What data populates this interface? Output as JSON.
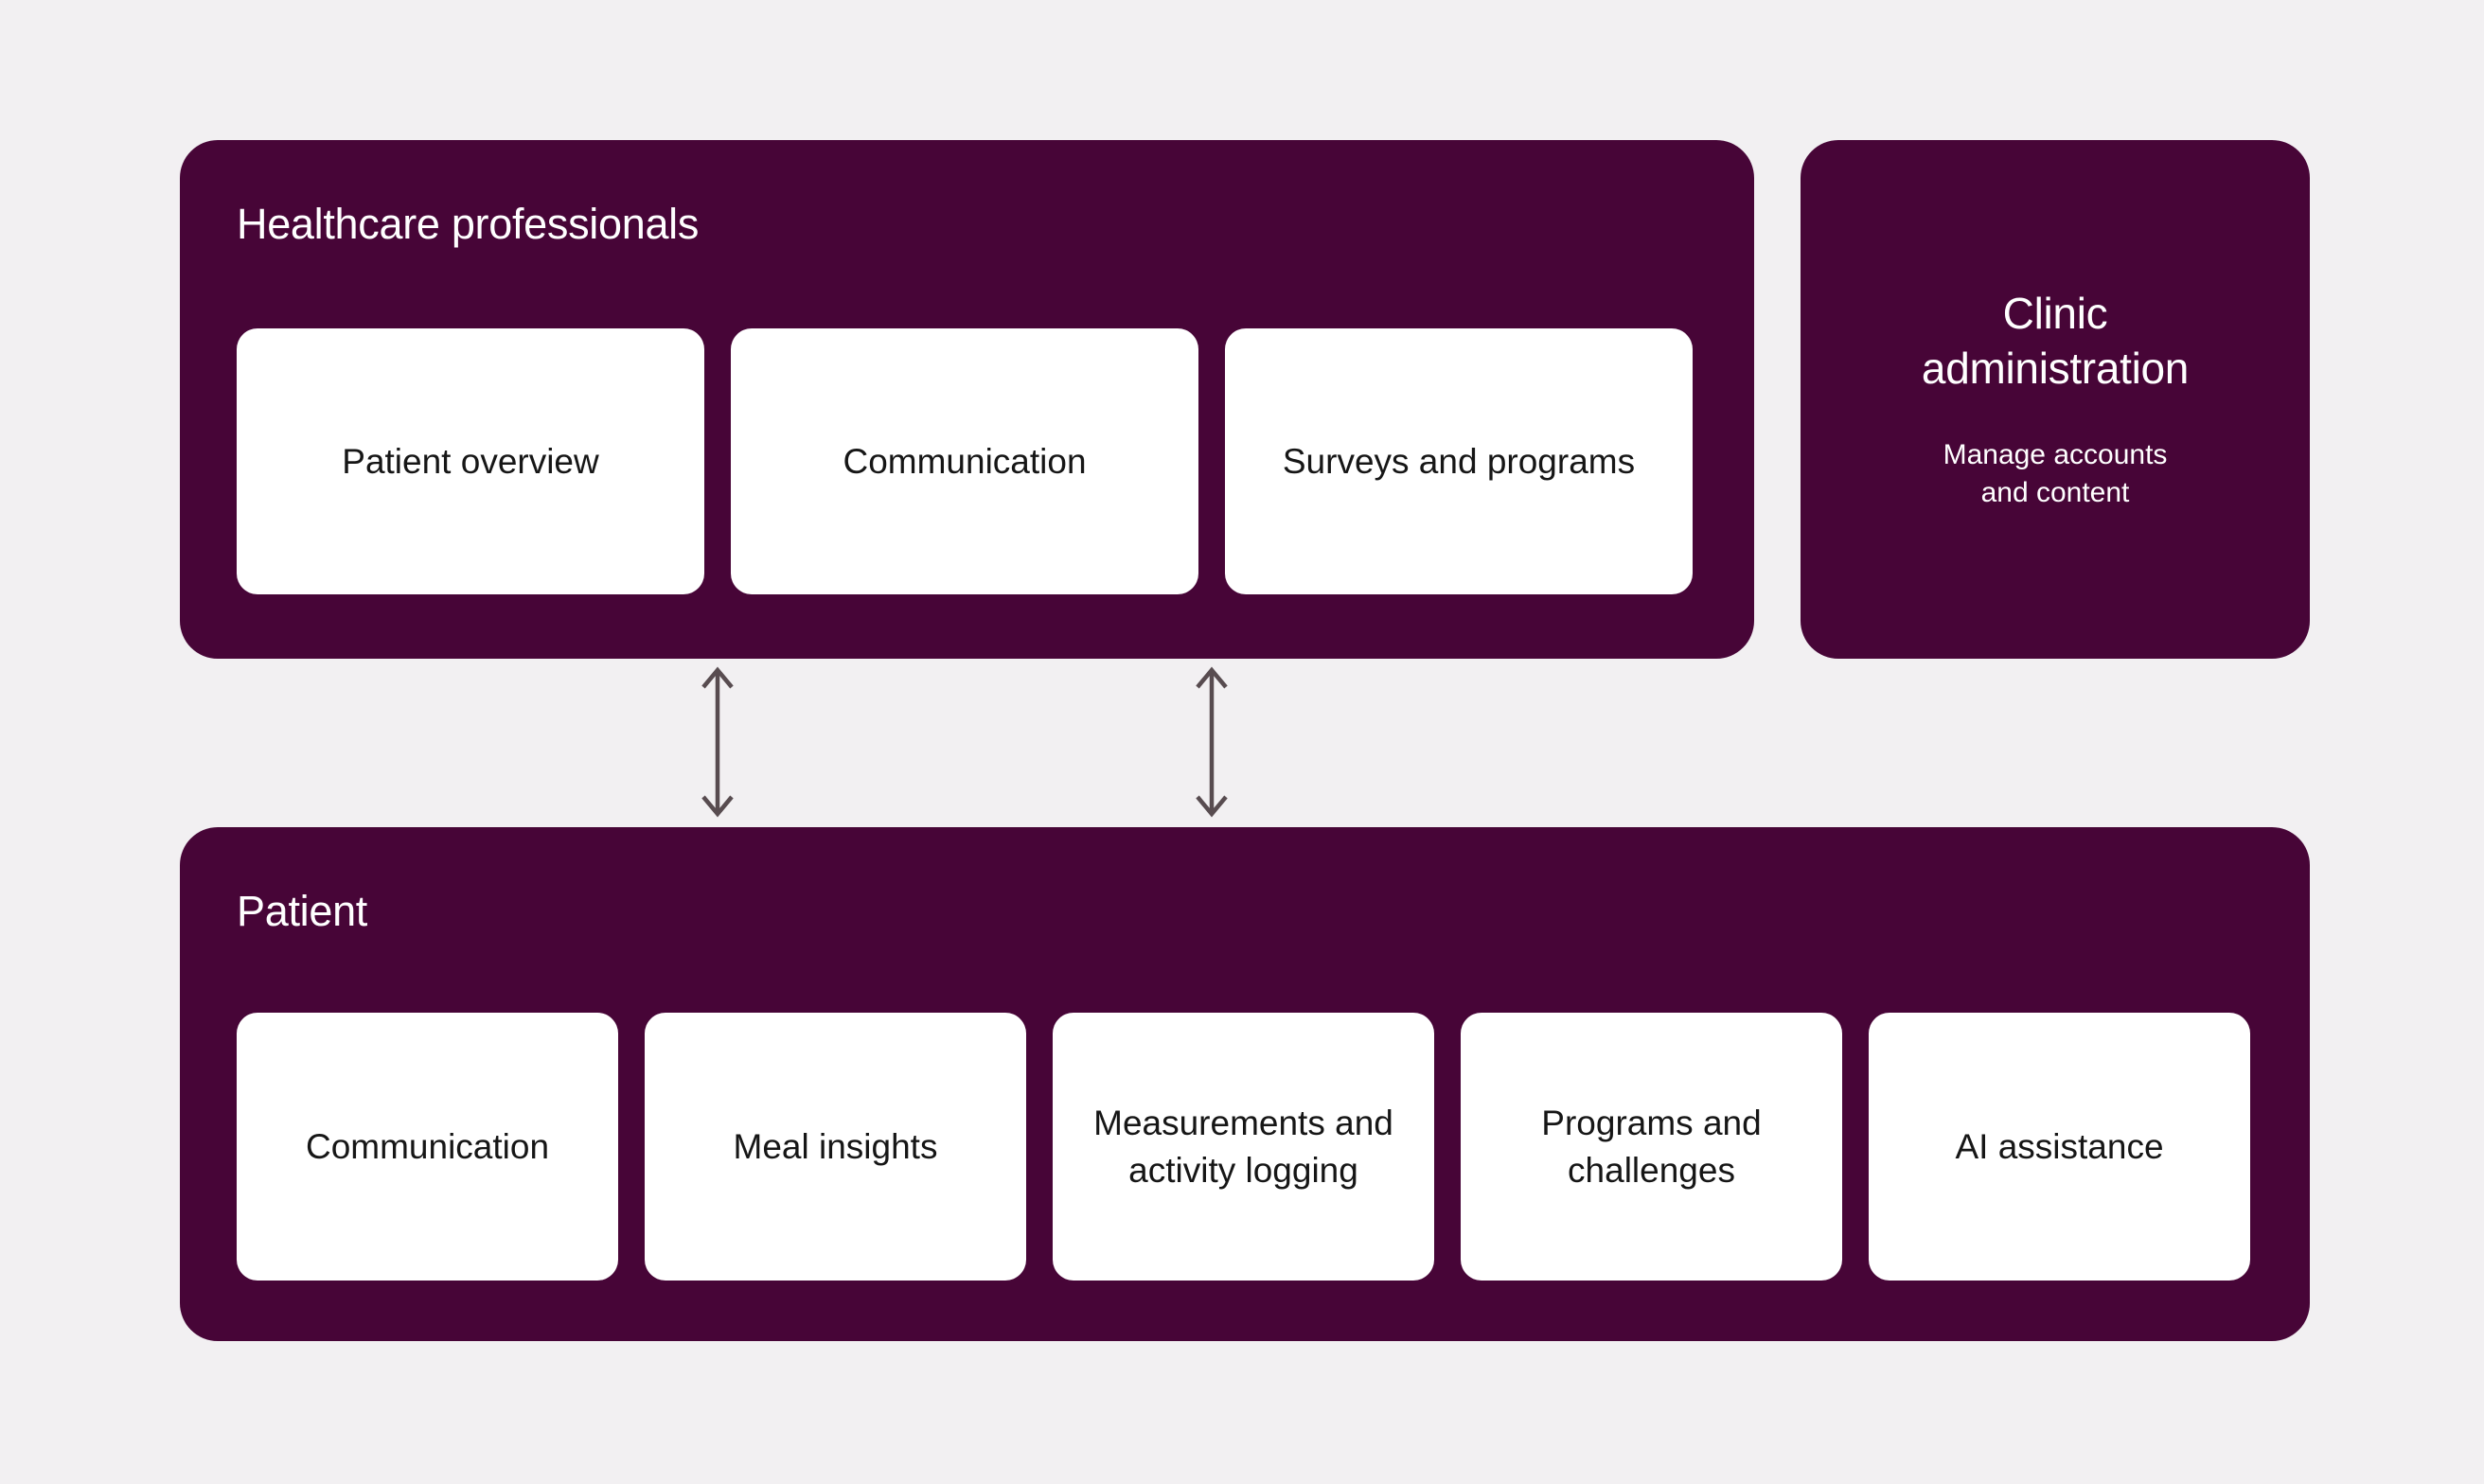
{
  "meta": {
    "description": "Platform overview diagram with healthcare professional, clinic administration and patient feature groups",
    "colors": {
      "background": "#F2F0F2",
      "panel": "#470537",
      "card": "#FFFFFF",
      "panel_text": "#FFFFFF",
      "card_text": "#161616",
      "arrow": "#584C50"
    }
  },
  "panels": {
    "professionals": {
      "title": "Healthcare professionals",
      "cards": [
        {
          "label": "Patient overview"
        },
        {
          "label": "Communication"
        },
        {
          "label": "Surveys and programs"
        }
      ]
    },
    "clinic_admin": {
      "title": "Clinic administration",
      "title_lines": [
        "Clinic",
        "administration"
      ],
      "subtitle": "Manage accounts and content",
      "subtitle_lines": [
        "Manage accounts",
        "and content"
      ]
    },
    "patient": {
      "title": "Patient",
      "cards": [
        {
          "label": "Communication"
        },
        {
          "label": "Meal insights"
        },
        {
          "label": "Measurements and activity logging"
        },
        {
          "label": "Programs and challenges"
        },
        {
          "label": "AI assistance"
        }
      ]
    }
  },
  "arrows": [
    {
      "name": "professionals-patient-link-left"
    },
    {
      "name": "professionals-patient-link-right"
    }
  ]
}
